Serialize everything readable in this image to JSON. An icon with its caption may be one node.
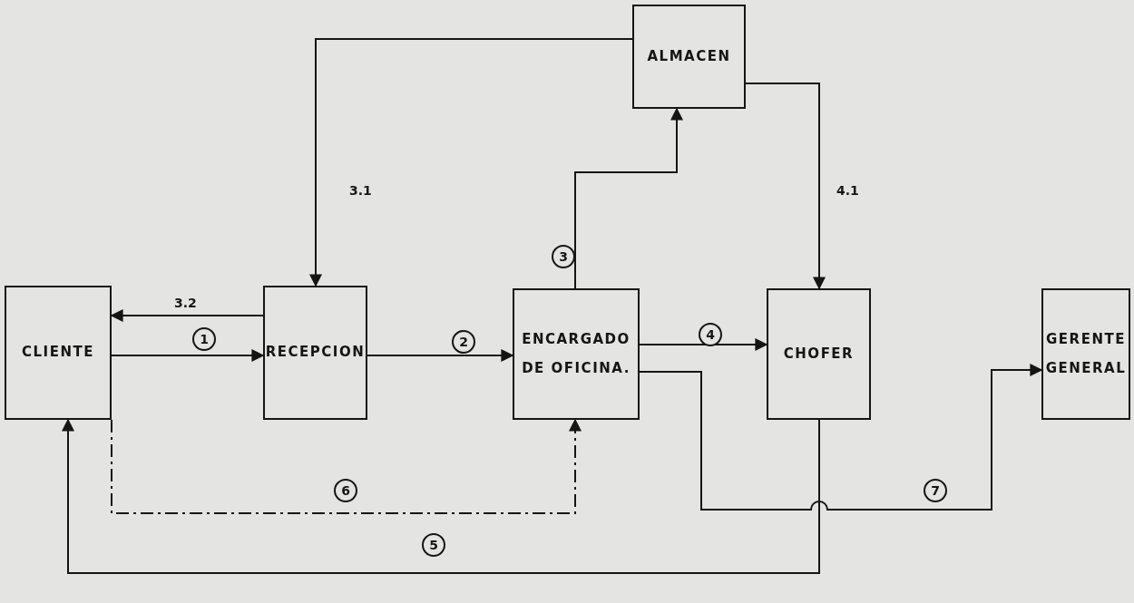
{
  "diagram": {
    "nodes": [
      {
        "text": [
          "CLIENTE"
        ]
      },
      {
        "text": [
          "RECEPCION"
        ]
      },
      {
        "text": [
          "ENCARGADO DE OFICINA."
        ]
      },
      {
        "text": [
          "ALMACEN"
        ]
      },
      {
        "text": [
          "CHOFER"
        ]
      },
      {
        "text": [
          "GERENTE GENERAL"
        ]
      }
    ],
    "edges": [
      {
        "from": 0,
        "to": 1,
        "arrow": "to",
        "label": "1"
      },
      {
        "from": 1,
        "to": 2,
        "arrow": "to",
        "label": "2"
      },
      {
        "from": 3,
        "to": 1,
        "arrow": "to",
        "label": "3.1"
      },
      {
        "from": 1,
        "to": 0,
        "arrow": "to",
        "label": "3.2"
      },
      {
        "from": 2,
        "to": 3,
        "arrow": "to",
        "label": "3"
      },
      {
        "from": 3,
        "to": 4,
        "arrow": "to",
        "label": "4.1"
      },
      {
        "from": 2,
        "to": 4,
        "arrow": "to",
        "label": "4"
      },
      {
        "from": 2,
        "to": 5,
        "arrow": "to",
        "label": "7"
      },
      {
        "from": 4,
        "to": 0,
        "arrow": "to",
        "label": "5"
      },
      {
        "from": 0,
        "to": 2,
        "arrow": "to",
        "label": "6",
        "style": "dashed"
      }
    ]
  }
}
